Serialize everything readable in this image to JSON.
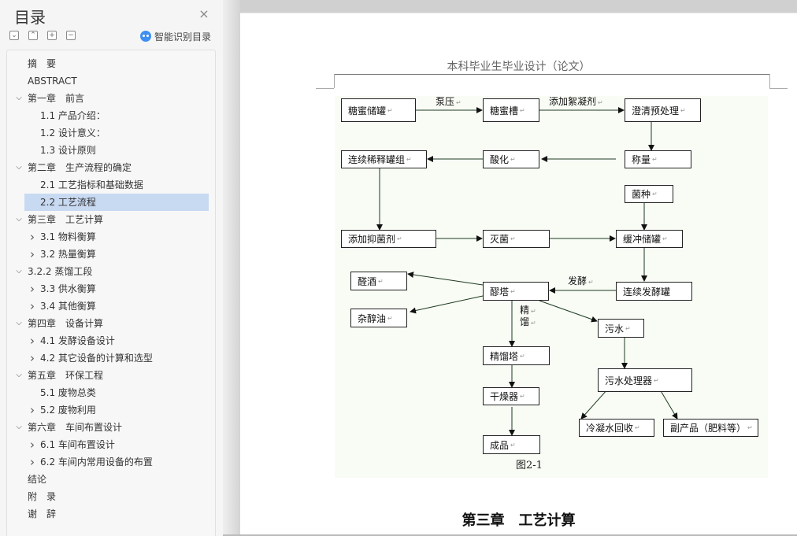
{
  "sidebar": {
    "title": "目录",
    "close_icon": "close-icon",
    "tools": [
      {
        "name": "expand-all",
        "icon": "chevron-down-icon",
        "glyph": "⌄"
      },
      {
        "name": "collapse-all",
        "icon": "chevron-up-icon",
        "glyph": "⌃"
      },
      {
        "name": "add-item",
        "icon": "plus-icon",
        "glyph": "+"
      },
      {
        "name": "remove-item",
        "icon": "minus-icon",
        "glyph": "−"
      }
    ],
    "smart_toc_label": "智能识别目录",
    "items": [
      {
        "label": "摘　要",
        "level": 0,
        "chevron": ""
      },
      {
        "label": "ABSTRACT",
        "level": 0,
        "chevron": ""
      },
      {
        "label": "第一章　前言",
        "level": 0,
        "chevron": "down"
      },
      {
        "label": "1.1 产品介绍：",
        "level": 1,
        "chevron": ""
      },
      {
        "label": "1.2 设计意义：",
        "level": 1,
        "chevron": ""
      },
      {
        "label": "1.3  设计原则",
        "level": 1,
        "chevron": ""
      },
      {
        "label": "第二章　生产流程的确定",
        "level": 0,
        "chevron": "down"
      },
      {
        "label": "2.1  工艺指标和基础数据",
        "level": 1,
        "chevron": ""
      },
      {
        "label": "2.2  工艺流程",
        "level": 1,
        "chevron": "",
        "selected": true
      },
      {
        "label": "第三章　工艺计算",
        "level": 0,
        "chevron": "down"
      },
      {
        "label": "3.1 物料衡算",
        "level": 1,
        "chevron": "right"
      },
      {
        "label": "3.2  热量衡算",
        "level": 1,
        "chevron": "right"
      },
      {
        "label": "3.2.2  蒸馏工段",
        "level": 0,
        "chevron": "down"
      },
      {
        "label": "3.3  供水衡算",
        "level": 1,
        "chevron": "right"
      },
      {
        "label": "3.4  其他衡算",
        "level": 1,
        "chevron": "right"
      },
      {
        "label": "第四章　设备计算",
        "level": 0,
        "chevron": "down"
      },
      {
        "label": "4.1 发酵设备设计",
        "level": 1,
        "chevron": "right"
      },
      {
        "label": "4.2 其它设备的计算和选型",
        "level": 1,
        "chevron": "right"
      },
      {
        "label": "第五章　环保工程",
        "level": 0,
        "chevron": "down"
      },
      {
        "label": "5.1  废物总类",
        "level": 1,
        "chevron": ""
      },
      {
        "label": "5.2  废物利用",
        "level": 1,
        "chevron": "right"
      },
      {
        "label": "第六章　车间布置设计",
        "level": 0,
        "chevron": "down"
      },
      {
        "label": "6.1 车间布置设计",
        "level": 1,
        "chevron": "right"
      },
      {
        "label": "6.2 车间内常用设备的布置",
        "level": 1,
        "chevron": "right"
      },
      {
        "label": "结论",
        "level": 0,
        "chevron": ""
      },
      {
        "label": "附　录",
        "level": 0,
        "chevron": ""
      },
      {
        "label": "谢　辞",
        "level": 0,
        "chevron": ""
      }
    ]
  },
  "document": {
    "header": "本科毕业生毕业设计（论文）",
    "figure_caption": "图2-1",
    "chapter_title": "第三章　工艺计算",
    "flowchart": {
      "nodes": [
        {
          "id": "n1",
          "label": "糖蜜储罐"
        },
        {
          "id": "n2",
          "label": "糖蜜槽"
        },
        {
          "id": "n3",
          "label": "澄清预处理"
        },
        {
          "id": "n4",
          "label": "称量"
        },
        {
          "id": "n5",
          "label": "酸化"
        },
        {
          "id": "n6",
          "label": "连续稀释罐组"
        },
        {
          "id": "n7",
          "label": "菌种"
        },
        {
          "id": "n8",
          "label": "添加抑菌剂"
        },
        {
          "id": "n9",
          "label": "灭菌"
        },
        {
          "id": "n10",
          "label": "缓冲储罐"
        },
        {
          "id": "n11",
          "label": "醛酒"
        },
        {
          "id": "n12",
          "label": "醪塔"
        },
        {
          "id": "n13",
          "label": "连续发酵罐"
        },
        {
          "id": "n14",
          "label": "杂醇油"
        },
        {
          "id": "n15",
          "label": "污水"
        },
        {
          "id": "n16",
          "label": "精馏塔"
        },
        {
          "id": "n17",
          "label": "污水处理器"
        },
        {
          "id": "n18",
          "label": "干燥器"
        },
        {
          "id": "n19",
          "label": "冷凝水回收"
        },
        {
          "id": "n20",
          "label": "副产品（肥料等）"
        },
        {
          "id": "n21",
          "label": "成品"
        }
      ],
      "edge_labels": [
        {
          "id": "e1",
          "label": "泵压"
        },
        {
          "id": "e2",
          "label": "添加絮凝剂"
        },
        {
          "id": "e3",
          "label": "发酵"
        },
        {
          "id": "e4a",
          "label": "精"
        },
        {
          "id": "e4b",
          "label": "馏"
        }
      ],
      "return_mark": "↵"
    }
  }
}
